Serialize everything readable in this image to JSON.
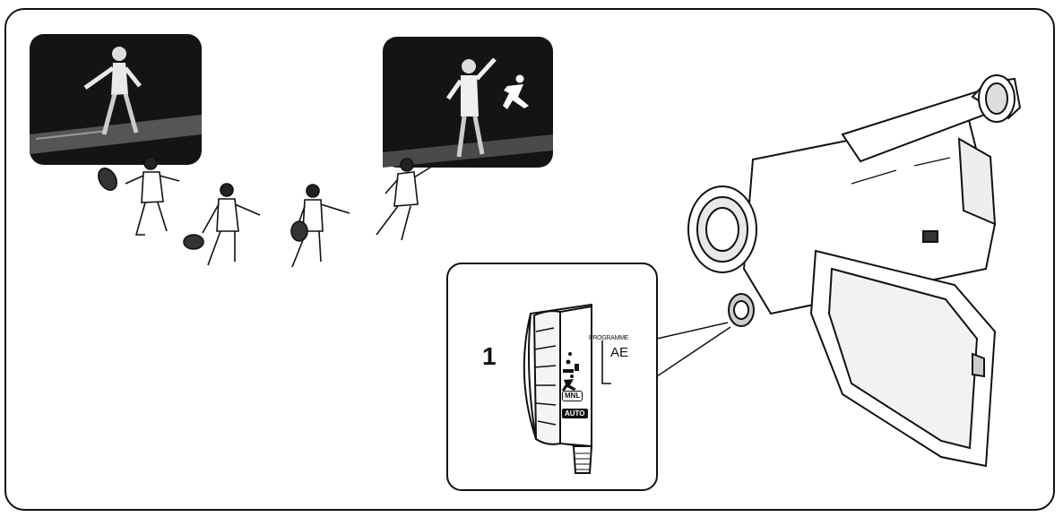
{
  "step_number": "1",
  "dial": {
    "programme_label": "PROGRAMME",
    "ae_label": "AE",
    "mnl_label": "MNL",
    "auto_label": "AUTO",
    "icons": [
      "sun-icon",
      "portrait-icon",
      "sports-icon"
    ]
  },
  "colors": {
    "outline": "#111111",
    "photo_background": "#141414",
    "paper": "#ffffff"
  }
}
